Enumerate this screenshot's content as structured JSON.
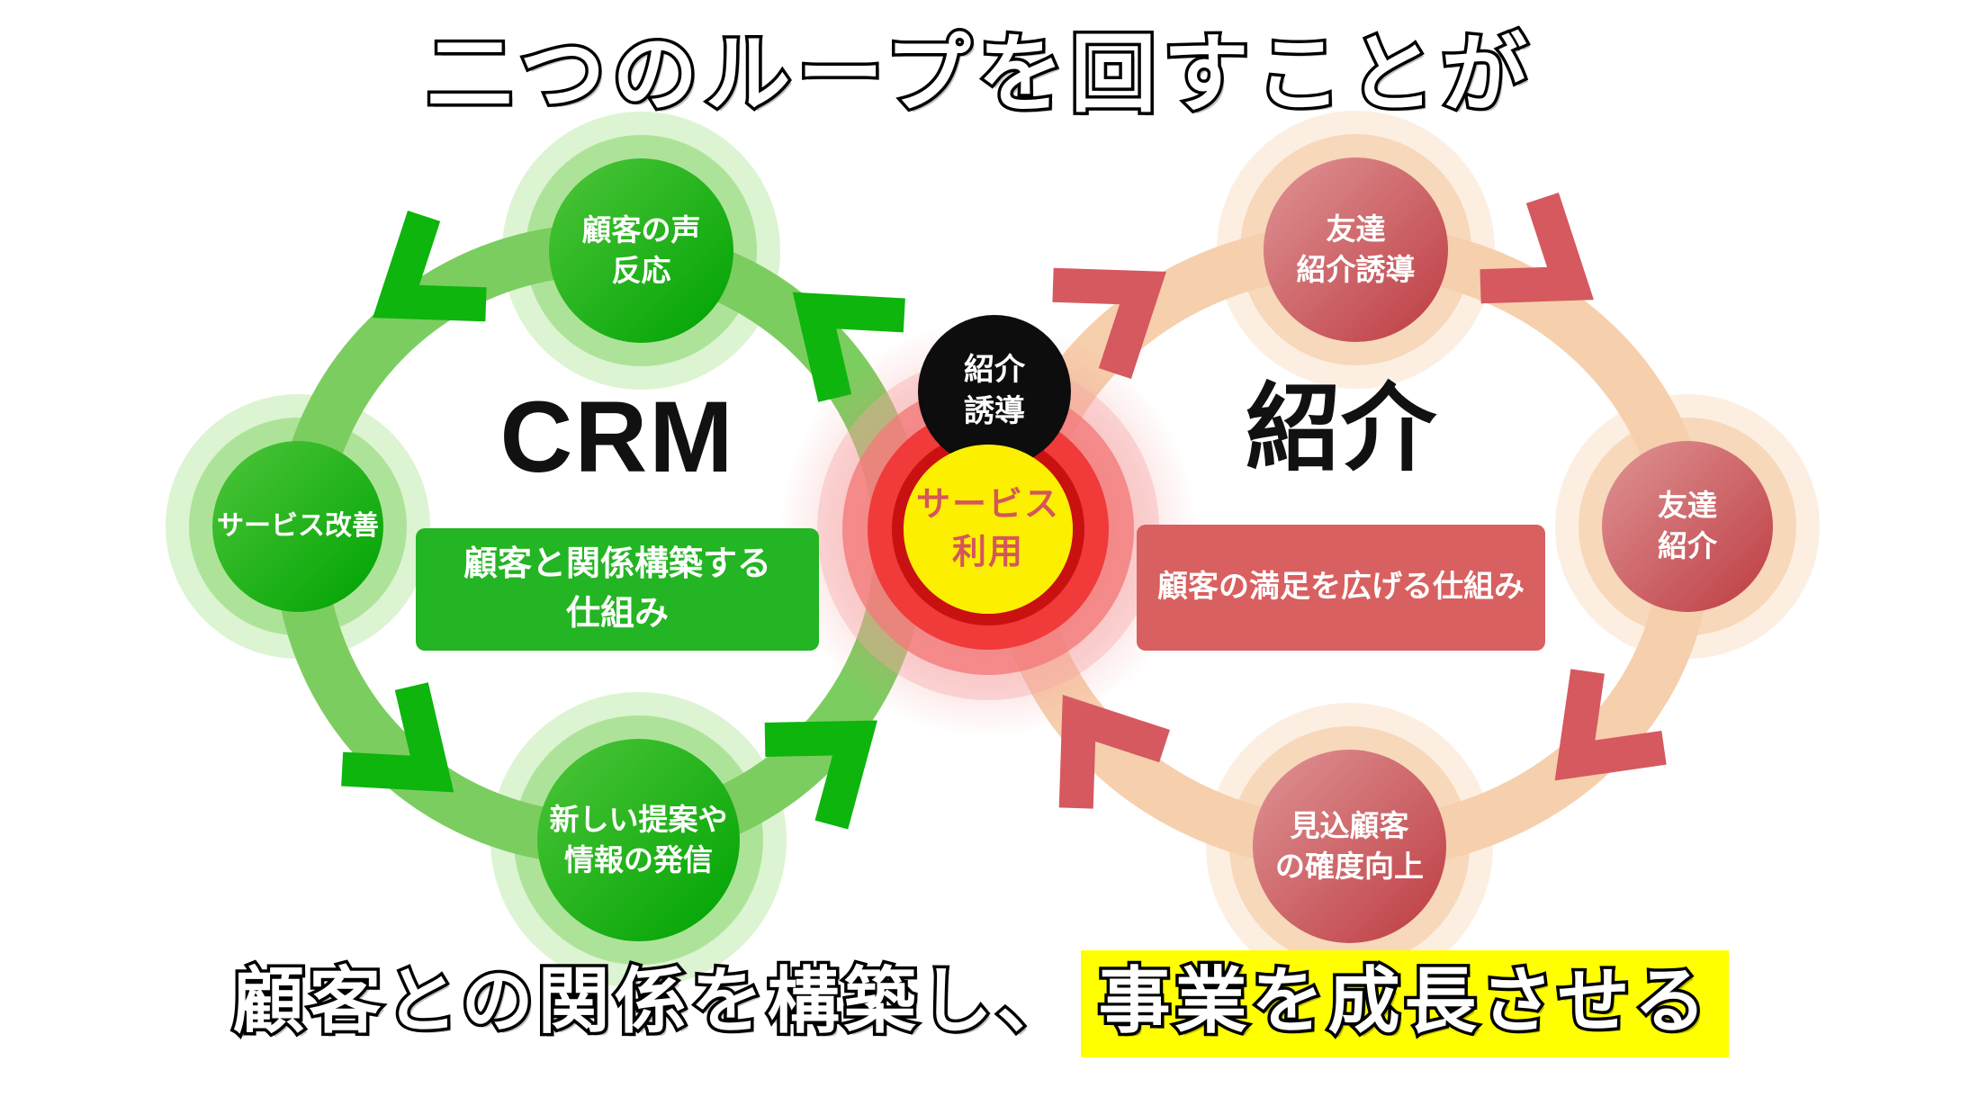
{
  "title": "二つのループを回すことが",
  "crm_loop": {
    "label": "CRM",
    "box_label": "顧客と関係構築する\n仕組み",
    "nodes": [
      {
        "label": "顧客の声\n反応"
      },
      {
        "label": "サービス改善"
      },
      {
        "label": "新しい提案や\n情報の発信"
      }
    ],
    "colors": {
      "band": "#7ccd60",
      "arrow": "#0db50d",
      "node_gradient_light": "#4ec53a",
      "node_gradient_dark": "#0aa80a",
      "box": "#23b523",
      "halo": "#b2e69c"
    }
  },
  "referral_loop": {
    "label": "紹介",
    "box_label": "顧客の満足を広げる仕組み",
    "nodes": [
      {
        "label": "友達\n紹介誘導"
      },
      {
        "label": "友達\n紹介"
      },
      {
        "label": "見込顧客\nの確度向上"
      }
    ],
    "colors": {
      "band": "#f6cfad",
      "arrow": "#d5595f",
      "node_gradient_light": "#df9496",
      "node_gradient_dark": "#c2494e",
      "box": "#d96060",
      "halo": "#f5d0ac"
    }
  },
  "center": {
    "referral_trigger_label": "紹介\n誘導",
    "service_use_label": "サービス\n利用",
    "colors": {
      "black_circle": "#0d0d0d",
      "yellow_circle": "#fcf000",
      "service_text": "#d5565a",
      "ring_dark_red": "#c91111",
      "ring_bright_red": "#f13a3a",
      "ring_pink": "#f37a7a"
    }
  },
  "bottom": {
    "normal_part": "顧客との関係を構築し、",
    "highlighted_part": "事業を成長させる",
    "highlight_color": "#ffff00"
  }
}
